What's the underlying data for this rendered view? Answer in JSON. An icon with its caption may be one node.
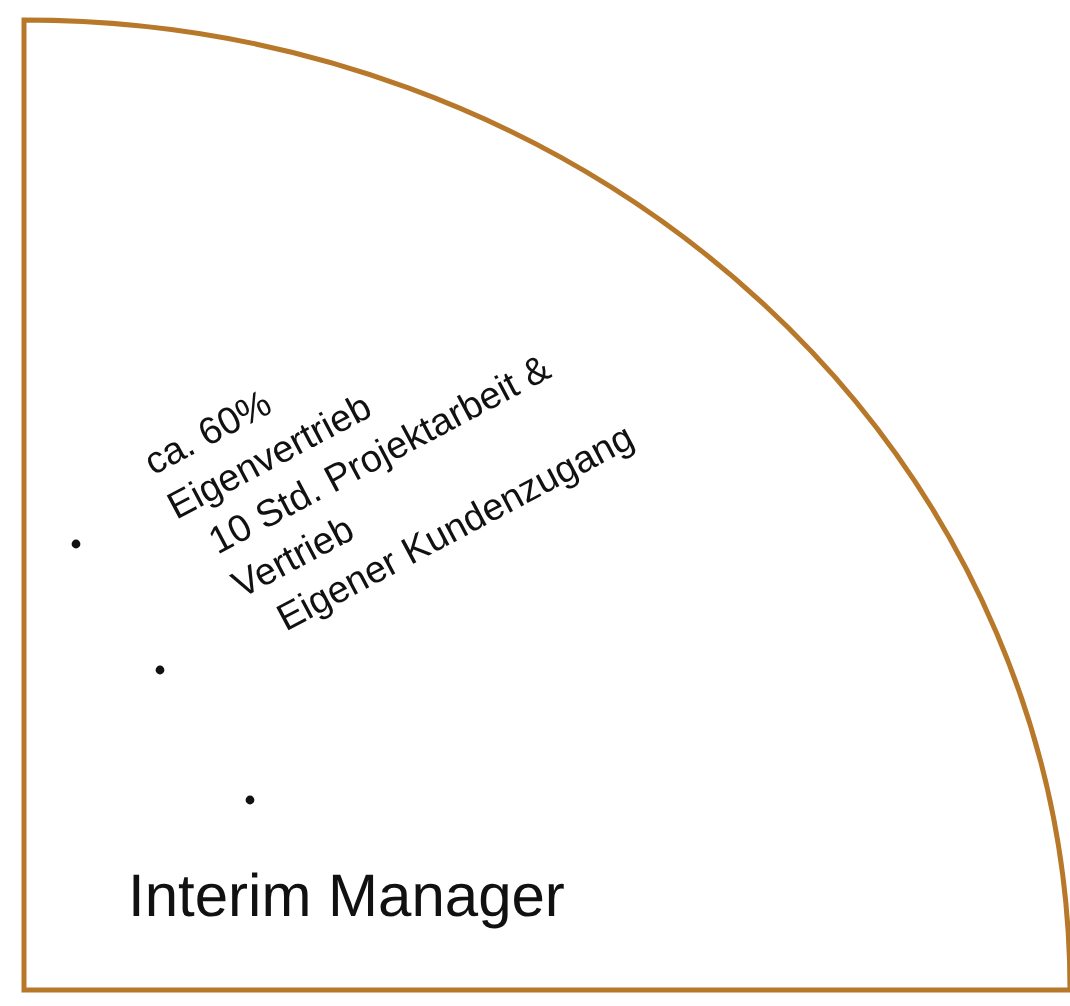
{
  "diagram": {
    "nodes": [
      {
        "text": [
          "ca. 60% Eigenvertrieb",
          "10 Std. Projektarbeit & Vertrieb",
          "Eigener Kundenzugang",
          "Interim Manager"
        ]
      }
    ]
  }
}
